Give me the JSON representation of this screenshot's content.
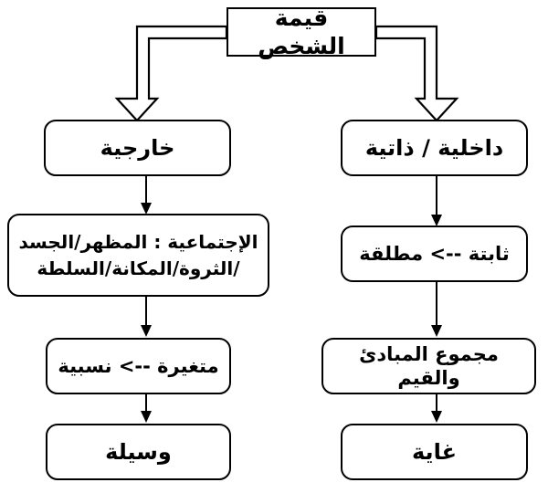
{
  "diagram": {
    "title": "قيمة الشخص",
    "language": "ar",
    "direction": "rtl",
    "colors": {
      "background": "#ffffff",
      "stroke": "#000000",
      "text": "#000000",
      "fill": "#ffffff"
    },
    "nodes": {
      "root": {
        "label": "قيمة الشخص",
        "shape": "rectangle"
      },
      "left_branch": {
        "label": "خارجية",
        "shape": "rounded-rectangle"
      },
      "right_branch": {
        "label": "داخلية / ذاتية",
        "shape": "rounded-rectangle"
      },
      "left_social": {
        "label": "الإجتماعية : المظهر/الجسد\n/الثروة/المكانة/السلطة",
        "line1": "الإجتماعية : المظهر/الجسد",
        "line2": "/الثروة/المكانة/السلطة",
        "shape": "rounded-rectangle"
      },
      "right_fixed": {
        "label": "ثابتة --> مطلقة",
        "shape": "rounded-rectangle"
      },
      "left_variable": {
        "label": "متغيرة --> نسبية",
        "shape": "rounded-rectangle"
      },
      "right_principles": {
        "label": "مجموع المبادئ والقيم",
        "shape": "rounded-rectangle"
      },
      "left_leaf": {
        "label": "وسيلة",
        "shape": "rounded-rectangle"
      },
      "right_leaf": {
        "label": "غاية",
        "shape": "rounded-rectangle"
      }
    },
    "connectors": [
      {
        "name": "root-to-left-branch",
        "style": "hollow-block-arrow",
        "from": "root",
        "to": "left_branch"
      },
      {
        "name": "root-to-right-branch",
        "style": "hollow-block-arrow",
        "from": "root",
        "to": "right_branch"
      },
      {
        "name": "left-branch-to-social",
        "style": "thin-arrow",
        "from": "left_branch",
        "to": "left_social"
      },
      {
        "name": "social-to-variable",
        "style": "thin-arrow",
        "from": "left_social",
        "to": "left_variable"
      },
      {
        "name": "variable-to-leaf",
        "style": "thin-arrow",
        "from": "left_variable",
        "to": "left_leaf"
      },
      {
        "name": "right-branch-to-fixed",
        "style": "thin-arrow",
        "from": "right_branch",
        "to": "right_fixed"
      },
      {
        "name": "fixed-to-principles",
        "style": "thin-arrow",
        "from": "right_fixed",
        "to": "right_principles"
      },
      {
        "name": "principles-to-leaf",
        "style": "thin-arrow",
        "from": "right_principles",
        "to": "right_leaf"
      }
    ]
  }
}
